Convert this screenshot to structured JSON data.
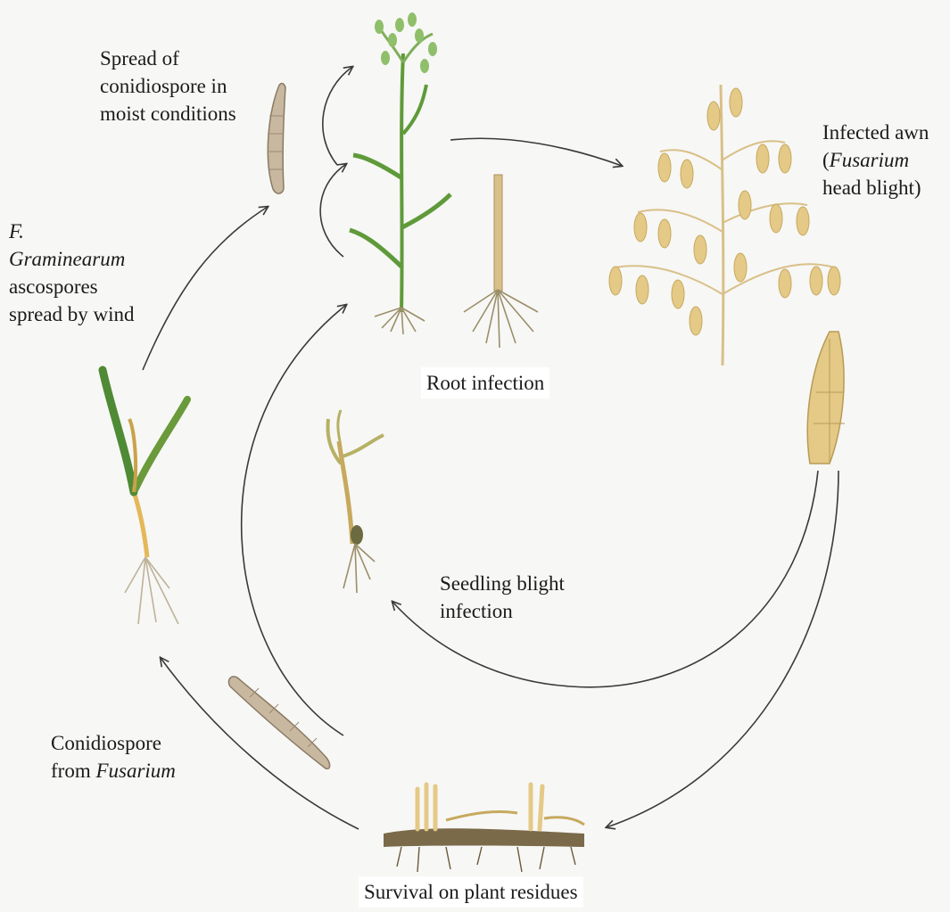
{
  "labels": {
    "spread_conidiospore": [
      "Spread of",
      "conidiospore in",
      "moist conditions"
    ],
    "ascospores": {
      "line1_italic": "F.",
      "line2_italic": "Graminearum",
      "line3": "ascospores",
      "line4": "spread by wind"
    },
    "infected_awn": {
      "line1": "Infected awn",
      "line2_open": "(",
      "line2_italic": "Fusarium",
      "line3": "head blight)"
    },
    "root_infection": "Root infection",
    "seedling_blight": [
      "Seedling blight",
      "infection"
    ],
    "conidiospore_from": {
      "line1": "Conidiospore",
      "line2_prefix": "from ",
      "line2_italic": "Fusarium"
    },
    "survival": "Survival on plant residues"
  },
  "colors": {
    "background": "#f7f7f5",
    "arrow": "#3a3a3a",
    "plant_green": "#5f9a3a",
    "straw": "#e4c987",
    "root": "#9b8f6a",
    "spore": "#c9b8a0"
  }
}
